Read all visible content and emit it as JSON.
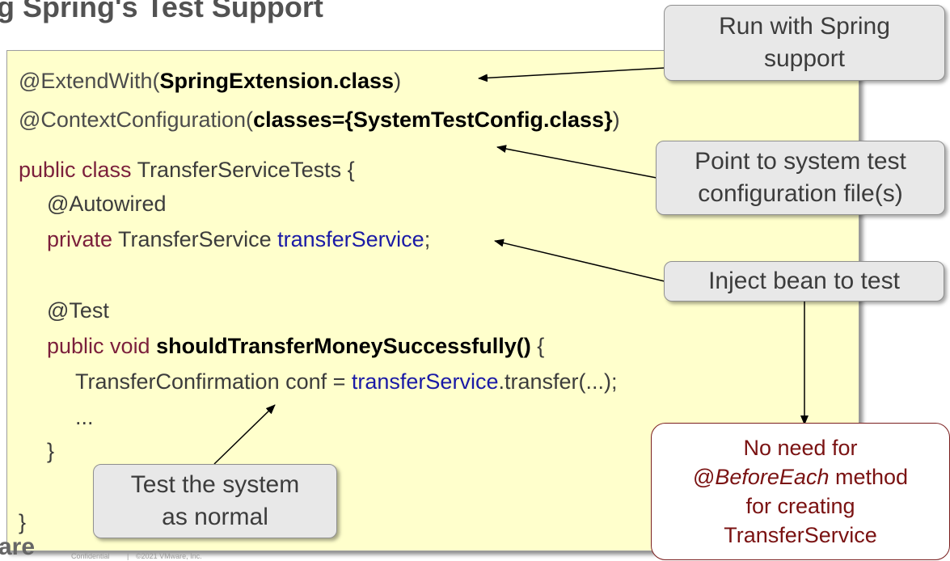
{
  "title": "g Spring's Test Support",
  "code": {
    "line1": {
      "pre": "@ExtendWith(",
      "bold": "SpringExtension.",
      "kw": "class",
      "post": ")"
    },
    "line2": {
      "pre": "@ContextConfiguration(",
      "bold": "classes={SystemTestConfig.",
      "kw": "class",
      "bold2": "}",
      "post": ")"
    },
    "line3": {
      "kw": "public class",
      "rest": " TransferServiceTests {"
    },
    "line4": "@Autowired",
    "line5": {
      "kw": "private",
      "type": " TransferService ",
      "field": "transferService",
      "end": ";"
    },
    "line6": "@Test",
    "line7": {
      "kw": "public void",
      "bold": " shouldTransferMoneySuccessfully()",
      "end": " {"
    },
    "line8": {
      "pre": "TransferConfirmation conf = ",
      "field": "transferService",
      "post": ".transfer(...);"
    },
    "line9": "...",
    "line10": "}",
    "line11": "}"
  },
  "callouts": {
    "run": [
      "Run with Spring",
      "support"
    ],
    "point": [
      "Point to system test",
      "configuration file(s)"
    ],
    "inject": "Inject bean to test",
    "test": [
      "Test the system",
      "as normal"
    ],
    "noneed": {
      "l1": "No need for",
      "l2_pre": "@",
      "l2_em": "BeforeEach",
      "l2_post": " method",
      "l3": "for creating",
      "l4": "TransferService"
    }
  },
  "footer": {
    "brand": "are",
    "confidential": "Confidential",
    "sep": "|",
    "copyright": "©2021 VMware, Inc."
  }
}
